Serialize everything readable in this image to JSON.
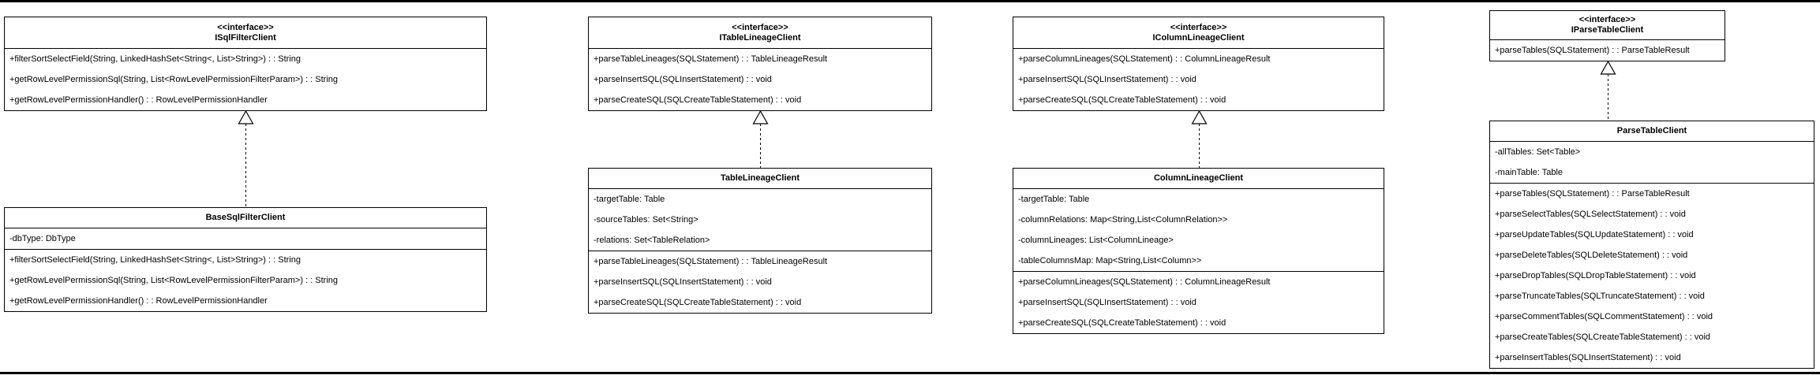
{
  "diagram": {
    "classes": [
      {
        "id": "ISqlFilterClient",
        "stereotype": "<<interface>>",
        "name": "ISqlFilterClient",
        "attributes": [],
        "methods": [
          "+filterSortSelectField(String, LinkedHashSet<String<, List>String>) : : String",
          "+getRowLevelPermissionSql(String, List<RowLevelPermissionFilterParam>) : : String",
          "+getRowLevelPermissionHandler() : : RowLevelPermissionHandler"
        ]
      },
      {
        "id": "BaseSqlFilterClient",
        "stereotype": "",
        "name": "BaseSqlFilterClient",
        "attributes": [
          "-dbType: DbType"
        ],
        "methods": [
          "+filterSortSelectField(String, LinkedHashSet<String<, List>String>) : : String",
          "+getRowLevelPermissionSql(String, List<RowLevelPermissionFilterParam>) : : String",
          "+getRowLevelPermissionHandler() : : RowLevelPermissionHandler"
        ]
      },
      {
        "id": "ITableLineageClient",
        "stereotype": "<<interface>>",
        "name": "ITableLineageClient",
        "attributes": [],
        "methods": [
          "+parseTableLineages(SQLStatement) : : TableLineageResult",
          "+parseInsertSQL(SQLInsertStatement) : : void",
          "+parseCreateSQL(SQLCreateTableStatement) : : void"
        ]
      },
      {
        "id": "TableLineageClient",
        "stereotype": "",
        "name": "TableLineageClient",
        "attributes": [
          "-targetTable: Table",
          "-sourceTables: Set<String>",
          "-relations: Set<TableRelation>"
        ],
        "methods": [
          "+parseTableLineages(SQLStatement) : : TableLineageResult",
          "+parseInsertSQL(SQLInsertStatement) : : void",
          "+parseCreateSQL(SQLCreateTableStatement) : : void"
        ]
      },
      {
        "id": "IColumnLineageClient",
        "stereotype": "<<interface>>",
        "name": "IColumnLineageClient",
        "attributes": [],
        "methods": [
          "+parseColumnLineages(SQLStatement) : : ColumnLineageResult",
          "+parseInsertSQL(SQLInsertStatement) : : void",
          "+parseCreateSQL(SQLCreateTableStatement) : : void"
        ]
      },
      {
        "id": "ColumnLineageClient",
        "stereotype": "",
        "name": "ColumnLineageClient",
        "attributes": [
          "-targetTable: Table",
          "-columnRelations: Map<String,List<ColumnRelation>>",
          "-columnLineages: List<ColumnLineage>",
          "-tableColumnsMap: Map<String,List<Column>>"
        ],
        "methods": [
          "+parseColumnLineages(SQLStatement) : : ColumnLineageResult",
          "+parseInsertSQL(SQLInsertStatement) : : void",
          "+parseCreateSQL(SQLCreateTableStatement) : : void"
        ]
      },
      {
        "id": "IParseTableClient",
        "stereotype": "<<interface>>",
        "name": "IParseTableClient",
        "attributes": [],
        "methods": [
          "+parseTables(SQLStatement) : : ParseTableResult"
        ]
      },
      {
        "id": "ParseTableClient",
        "stereotype": "",
        "name": "ParseTableClient",
        "attributes": [
          "-allTables: Set<Table>",
          "-mainTable: Table"
        ],
        "methods": [
          "+parseTables(SQLStatement) : : ParseTableResult",
          "+parseSelectTables(SQLSelectStatement) : : void",
          "+parseUpdateTables(SQLUpdateStatement) : : void",
          "+parseDeleteTables(SQLDeleteStatement) : : void",
          "+parseDropTables(SQLDropTableStatement) : : void",
          "+parseTruncateTables(SQLTruncateStatement) : : void",
          "+parseCommentTables(SQLCommentStatement) : : void",
          "+parseCreateTables(SQLCreateTableStatement) : : void",
          "+parseInsertTables(SQLInsertStatement) : : void"
        ]
      }
    ],
    "relations": [
      {
        "type": "realization",
        "from": "BaseSqlFilterClient",
        "to": "ISqlFilterClient"
      },
      {
        "type": "realization",
        "from": "TableLineageClient",
        "to": "ITableLineageClient"
      },
      {
        "type": "realization",
        "from": "ColumnLineageClient",
        "to": "IColumnLineageClient"
      },
      {
        "type": "realization",
        "from": "ParseTableClient",
        "to": "IParseTableClient"
      }
    ]
  }
}
